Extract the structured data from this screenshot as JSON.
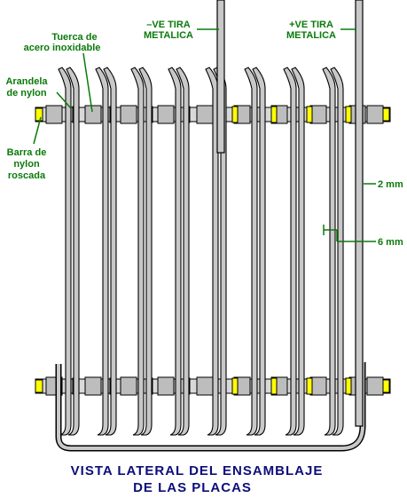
{
  "labels": {
    "tuerca_1": "Tuerca de",
    "tuerca_2": "acero inoxidable",
    "arandela_1": "Arandela",
    "arandela_2": "de nylon",
    "barra_1": "Barra de",
    "barra_2": "nylon",
    "barra_3": "roscada",
    "neg_1": "–VE TIRA",
    "neg_2": "METALICA",
    "pos_1": "+VE TIRA",
    "pos_2": "METALICA",
    "gap_2mm": "2 mm",
    "gap_6mm": "6 mm"
  },
  "title": {
    "line1": "VISTA LATERAL DEL ENSAMBLAJE",
    "line2": "DE LAS PLACAS"
  },
  "colors": {
    "label_green": "#0a7a0a",
    "title_navy": "#0d0d7a",
    "plate_fill": "#c8c8c8",
    "outline": "#000000",
    "washer_yellow": "#ffff00"
  }
}
